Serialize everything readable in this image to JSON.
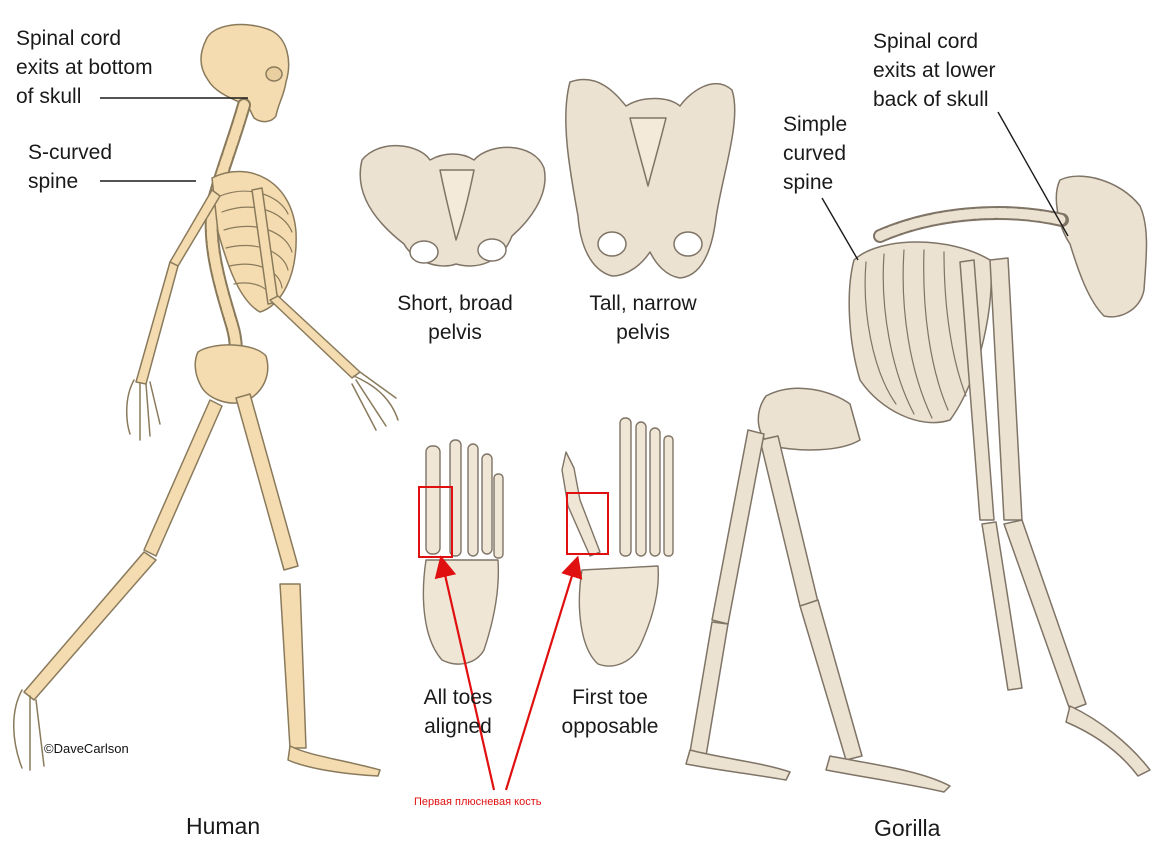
{
  "colors": {
    "bone_fill": "#f4dcb0",
    "bone_stroke": "#8a7a5c",
    "pelvis_fill": "#ece2d2",
    "foot_fill": "#efe6d6",
    "annotation_red": "#e01010",
    "text": "#1a1a1a"
  },
  "labels": {
    "spinal_cord_human": "Spinal cord\nexits at bottom\nof skull",
    "s_curved_spine": "S-curved\nspine",
    "short_broad_pelvis": "Short, broad\npelvis",
    "tall_narrow_pelvis": "Tall, narrow\npelvis",
    "spinal_cord_gorilla": "Spinal cord\nexits at lower\nback of skull",
    "simple_curved_spine": "Simple\ncurved\nspine",
    "all_toes_aligned": "All toes\naligned",
    "first_toe_opposable": "First toe\nopposable",
    "human": "Human",
    "gorilla": "Gorilla",
    "copyright": "©DaveCarlson",
    "annotation_ru": "Первая плюсневая кость"
  },
  "illustrations": [
    "human-skeleton",
    "human-pelvis",
    "gorilla-pelvis",
    "human-foot",
    "gorilla-foot",
    "gorilla-skeleton"
  ]
}
